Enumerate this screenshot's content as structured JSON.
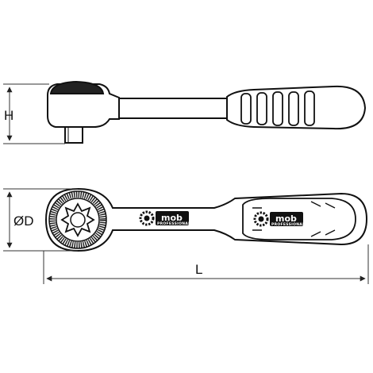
{
  "dimensions": {
    "height_label": "H",
    "diameter_label": "ØD",
    "length_label": "L"
  },
  "logo": {
    "brand": "mob",
    "subbrand": "PROFESSIONAL"
  },
  "colors": {
    "line": "#111111",
    "dimension_line": "#333333",
    "background": "#ffffff",
    "knurl": "#222222"
  },
  "icons": {
    "logo_emblem": "gear-icon"
  }
}
